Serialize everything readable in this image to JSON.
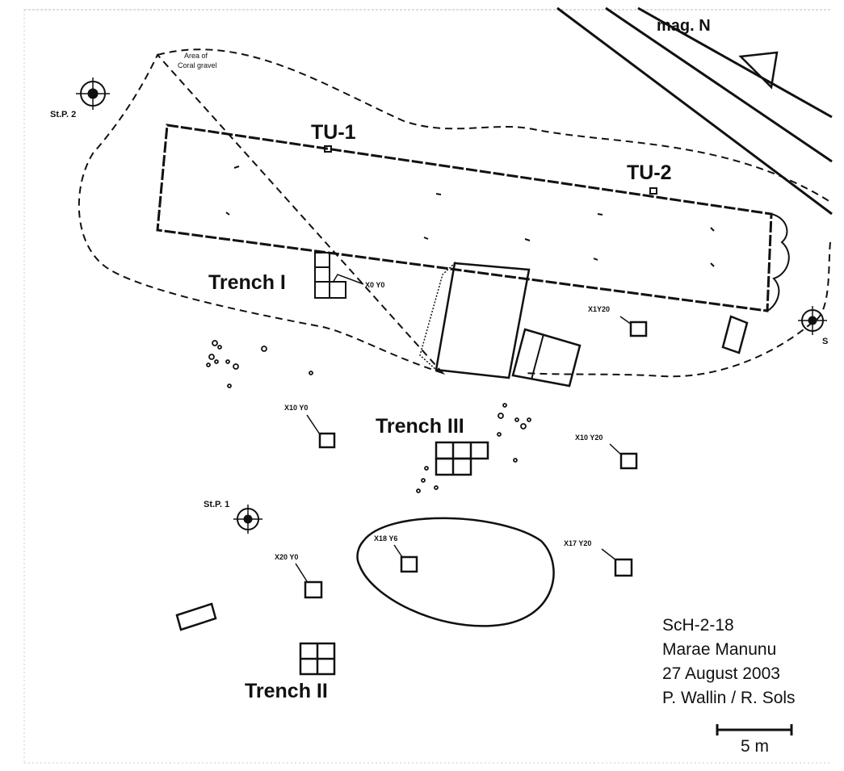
{
  "north": {
    "label": "mag. N"
  },
  "stations": {
    "stp2": "St.P. 2",
    "stp1": "St.P. 1",
    "stp3": "S"
  },
  "area_label": {
    "line1": "Area of",
    "line2": "Coral gravel"
  },
  "units": {
    "tu1": "TU-1",
    "tu2": "TU-2"
  },
  "trenches": {
    "t1": "Trench I",
    "t2": "Trench II",
    "t3": "Trench III"
  },
  "grid_labels": {
    "x0y0": "X0 Y0",
    "x1y20": "X1Y20",
    "x10y0": "X10 Y0",
    "x10y20": "X10 Y20",
    "x18y6": "X18 Y6",
    "x17y20": "X17 Y20",
    "x20y0": "X20 Y0"
  },
  "info": {
    "site": "ScH-2-18",
    "name": "Marae Manunu",
    "date": "27 August 2003",
    "authors": "P. Wallin / R. Sols"
  },
  "scale": {
    "label": "5 m"
  },
  "colors": {
    "ink": "#111111",
    "paper": "#ffffff"
  }
}
